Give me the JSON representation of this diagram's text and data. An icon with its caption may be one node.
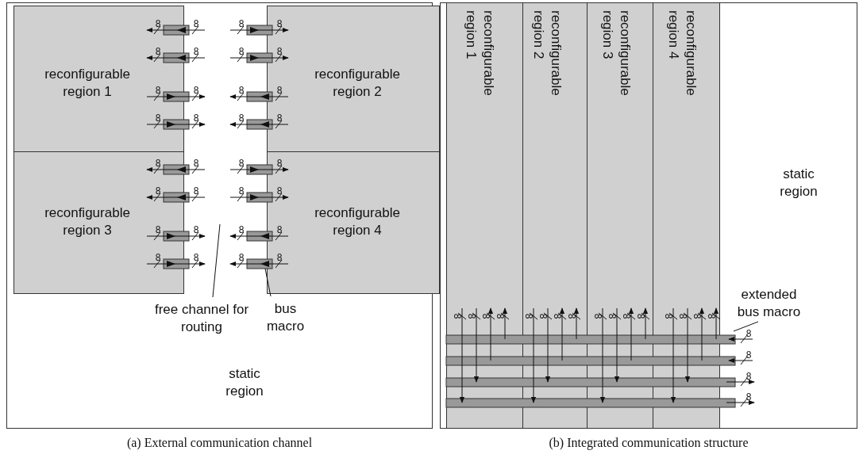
{
  "diagram": {
    "nodes": [
      {
        "text": [
          "static region"
        ],
        "beside": [
          "(a) External communication channel"
        ]
      },
      {
        "text": [
          "reconfigurable region 1"
        ],
        "in": 0
      },
      {
        "text": [
          "reconfigurable region 2"
        ],
        "in": 0
      },
      {
        "text": [
          "reconfigurable region 3"
        ],
        "in": 0
      },
      {
        "text": [
          "reconfigurable region 4"
        ],
        "in": 0
      },
      {
        "text": [
          "free channel for routing"
        ],
        "in": 0
      },
      {
        "text": [
          "bus macro"
        ],
        "in": 0
      },
      {
        "text": [
          "static region"
        ],
        "beside": [
          "(b) Integrated communication structure"
        ]
      },
      {
        "text": [
          "reconfigurable region 1"
        ],
        "in": 7
      },
      {
        "text": [
          "reconfigurable region 2"
        ],
        "in": 7
      },
      {
        "text": [
          "reconfigurable region 3"
        ],
        "in": 7
      },
      {
        "text": [
          "reconfigurable region 4"
        ],
        "in": 7
      },
      {
        "text": [
          "extended bus macro"
        ],
        "in": 7
      },
      {
        "text": [],
        "shape": "box",
        "in": 0
      }
    ],
    "edges": [
      {
        "from": 5,
        "to": null,
        "arrow": "none"
      },
      {
        "from": 6,
        "to": 13,
        "arrow": "none"
      },
      {
        "from": 12,
        "to": null,
        "arrow": "none"
      }
    ],
    "labels": [
      "8",
      "8",
      "8",
      "8",
      "8",
      "8",
      "8",
      "8",
      "8",
      "8",
      "8",
      "8",
      "8",
      "8",
      "8",
      "8",
      "8",
      "8",
      "8",
      "8",
      "8",
      "8",
      "8",
      "8",
      "8",
      "8",
      "8",
      "8",
      "8",
      "8",
      "8",
      "8",
      "8",
      "8",
      "8",
      "8",
      "8",
      "8",
      "8",
      "8",
      "8",
      "8",
      "8",
      "8",
      "8",
      "8",
      "8",
      "8",
      "8",
      "8",
      "8",
      "8"
    ]
  }
}
